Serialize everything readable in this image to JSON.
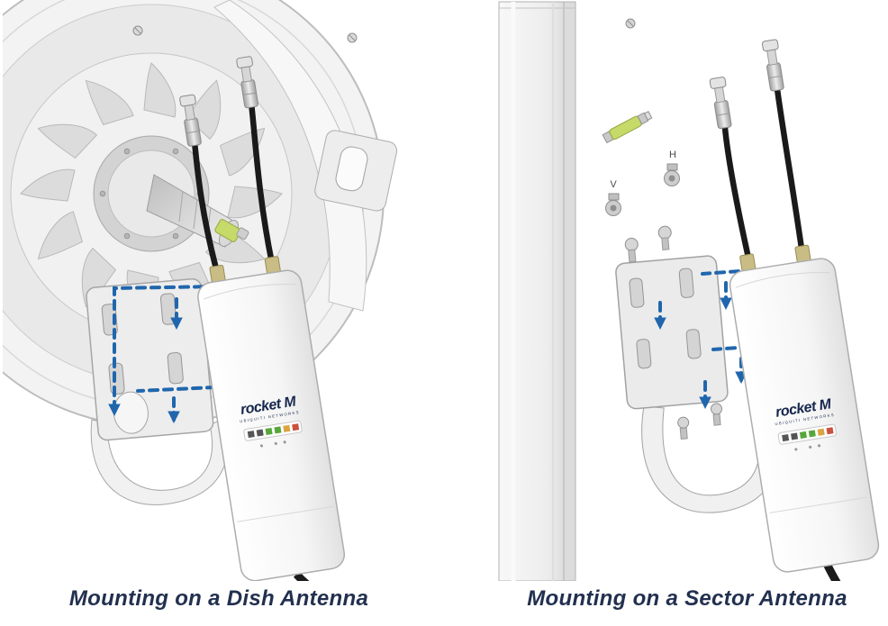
{
  "page": {
    "background_color": "#ffffff"
  },
  "figures": [
    {
      "id": "dish",
      "caption": "Mounting on a Dish Antenna"
    },
    {
      "id": "sector",
      "caption": "Mounting on a Sector Antenna"
    }
  ],
  "device": {
    "brand": "rocket M",
    "brand_subtitle": "UBIQUITI NETWORKS"
  },
  "port_labels": {
    "vertical": "V",
    "horizontal": "H"
  },
  "colors": {
    "arrow_blue": "#2066ad",
    "caption_navy": "#22304f",
    "logo_navy": "#16264c",
    "connector_green": "#c6da6a",
    "cable_black": "#1a1a1a"
  }
}
